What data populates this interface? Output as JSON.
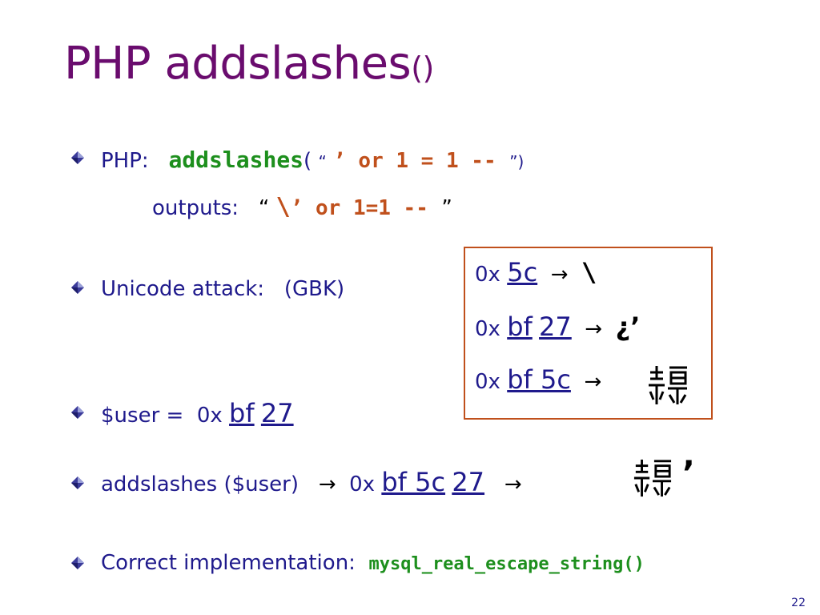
{
  "title": {
    "main": "PHP addslashes",
    "paren": "()"
  },
  "bullet1": {
    "prefix": "PHP:",
    "func": "addslashes",
    "open": "(",
    "lq": "“",
    "arg": "’ or 1 = 1 --",
    "rq": "”",
    "close": ")",
    "outputs_label": "outputs:",
    "out_lq": "“",
    "out_bs": "\\",
    "out_arg": "’ or 1=1 --",
    "out_rq": "”"
  },
  "bullet2": {
    "text": "Unicode attack:   (GBK)"
  },
  "box": {
    "rows": [
      {
        "prefix": "0x",
        "bytes": [
          "5c"
        ],
        "arrow": "→",
        "result": "\\"
      },
      {
        "prefix": "0x",
        "bytes": [
          "bf",
          "27"
        ],
        "arrow": "→",
        "result": "¿’"
      },
      {
        "prefix": "0x",
        "bytes": [
          "bf 5c"
        ],
        "arrow": "→",
        "result": ""
      }
    ]
  },
  "bullet3": {
    "label": "$user =",
    "prefix": "0x",
    "bytes": [
      "bf",
      "27"
    ]
  },
  "bullet4": {
    "label": "addslashes ($user)",
    "arrow": "→",
    "prefix": "0x",
    "bytes": [
      "bf 5c",
      "27"
    ],
    "arrow2": "→",
    "quote": "’"
  },
  "bullet5": {
    "label": "Correct implementation:",
    "code": "mysql_real_escape_string()"
  },
  "page_number": "22",
  "colors": {
    "title": "#6a0c6e",
    "body": "#1f1a8c",
    "code_green": "#1d8f1d",
    "code_red": "#c0501c",
    "box_border": "#c0501c"
  },
  "icons": {
    "bullet": "diamond-bullet-icon",
    "cjk_glyph": "cjk-character-icon"
  }
}
